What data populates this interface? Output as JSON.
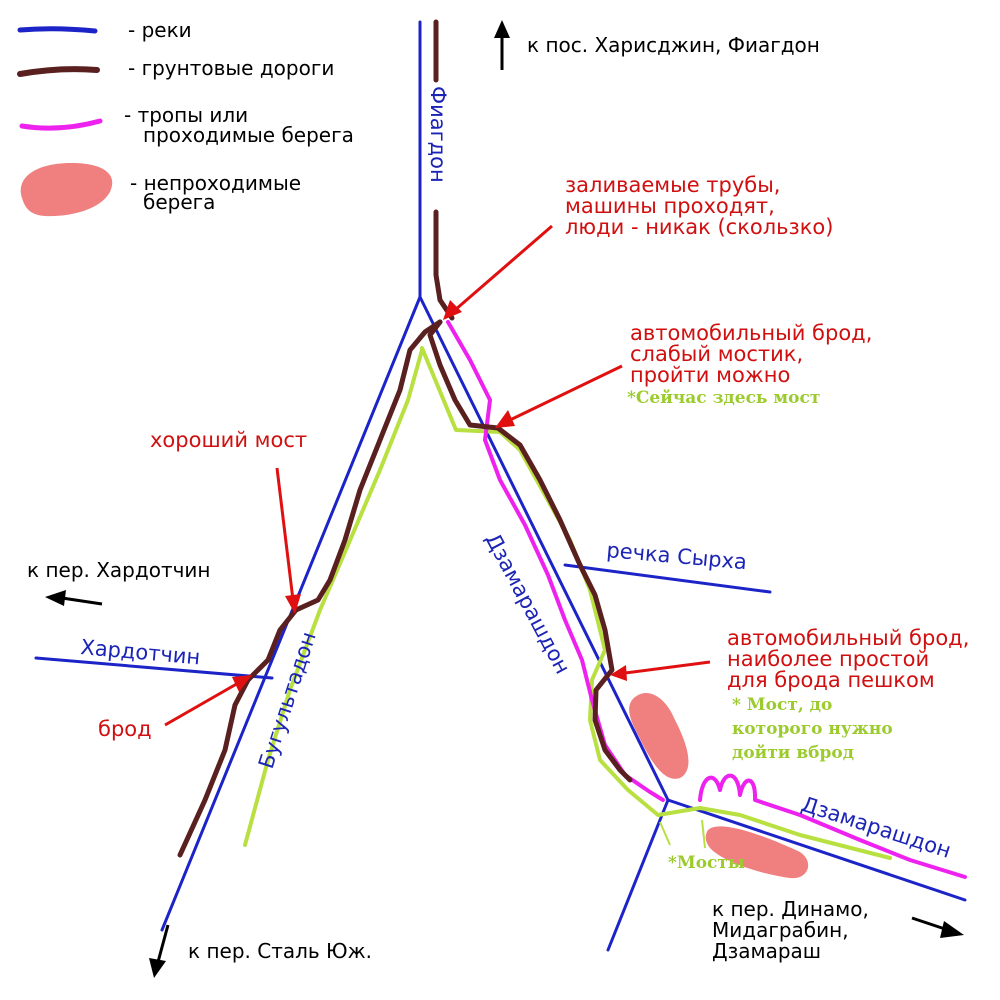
{
  "colors": {
    "river": "#1c24c8",
    "road": "#5a2020",
    "trail": "#ee22ee",
    "impassable": "#f08080",
    "note_red": "#d01010",
    "note_green": "#9ccb2e",
    "green_path": "#b8e040",
    "arrow_red": "#e01010"
  },
  "legend": {
    "rivers": "- реки",
    "roads": "- грунтовые дороги",
    "trails_1": "- тропы или",
    "trails_2": "проходимые берега",
    "impassable_1": "- непроходимые",
    "impassable_2": "берега"
  },
  "directions": {
    "north": "к пос. Харисджин, Фиагдон",
    "west": "к пер. Хардотчин",
    "south": "к пер. Сталь Юж.",
    "southeast_1": "к пер. Динамо,",
    "southeast_2": "Мидагрaбин,",
    "southeast_3": "Дзамараш"
  },
  "rivers": {
    "fiagdon": "Фиагдон",
    "bugultadon": "Бугультадон",
    "hardotchin": "Хардотчин",
    "dzamarashdon_1": "Дзамарашдон",
    "dzamarashdon_2": "Дзамарашдон",
    "syrha": "речка Сырха"
  },
  "notes": {
    "pipes_1": "заливаемые трубы,",
    "pipes_2": "машины проходят,",
    "pipes_3": "люди - никак (скользко)",
    "ford1_1": "автомобильный брод,",
    "ford1_2": "слабый мостик,",
    "ford1_3": "пройти можно",
    "ford1_green": "*Сейчас здесь мост",
    "good_bridge": "хороший мост",
    "ford": "брод",
    "ford2_1": "автомобильный брод,",
    "ford2_2": "наиболее простой",
    "ford2_3": "для брода пешком",
    "ford2_green_1": "* Мост, до",
    "ford2_green_2": "которого нужно",
    "ford2_green_3": "дойти вброд",
    "bridges_green": "*Мосты"
  }
}
